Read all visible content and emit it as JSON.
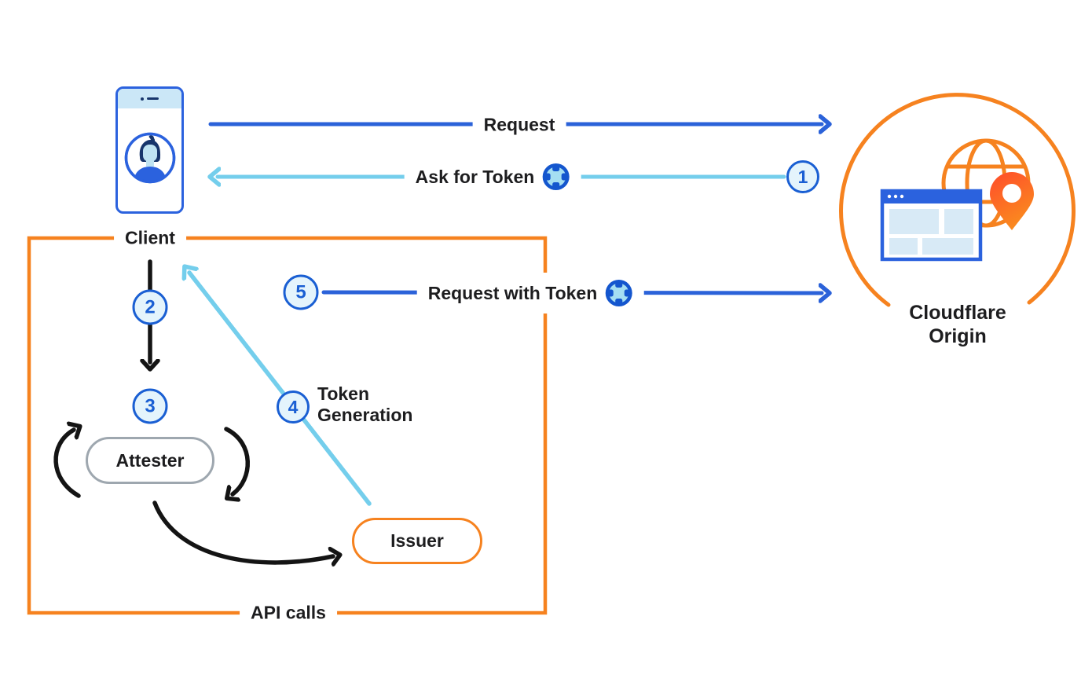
{
  "title": "Privacy Pass token flow diagram",
  "colors": {
    "arrow_blue": "#2b62d9",
    "arrow_light_blue": "#74ceec",
    "badge_blue": "#1a5fd3",
    "badge_fill": "#e4f4fc",
    "orange": "#f6821f",
    "pin_red": "#ff4b2b",
    "gray_pill_border": "#9ea7af",
    "device_blue": "#2b62de",
    "text_black": "#1d1d1f"
  },
  "nodes": {
    "client": {
      "label": "Client"
    },
    "attester": {
      "label": "Attester"
    },
    "issuer": {
      "label": "Issuer"
    },
    "origin": {
      "label_line1": "Cloudflare",
      "label_line2": "Origin"
    }
  },
  "flows": {
    "request": {
      "label": "Request"
    },
    "ask_for_token": {
      "label": "Ask for Token"
    },
    "request_with_token": {
      "label": "Request with Token"
    },
    "token_generation": {
      "label_line1": "Token",
      "label_line2": "Generation"
    },
    "api_calls": {
      "label": "API calls"
    }
  },
  "steps": [
    {
      "number": "1"
    },
    {
      "number": "2"
    },
    {
      "number": "3"
    },
    {
      "number": "4"
    },
    {
      "number": "5"
    }
  ],
  "icons": {
    "token": "token-icon",
    "phone": "phone-client-icon",
    "globe": "globe-icon",
    "browser": "browser-window-icon",
    "location_pin": "location-pin-icon"
  }
}
